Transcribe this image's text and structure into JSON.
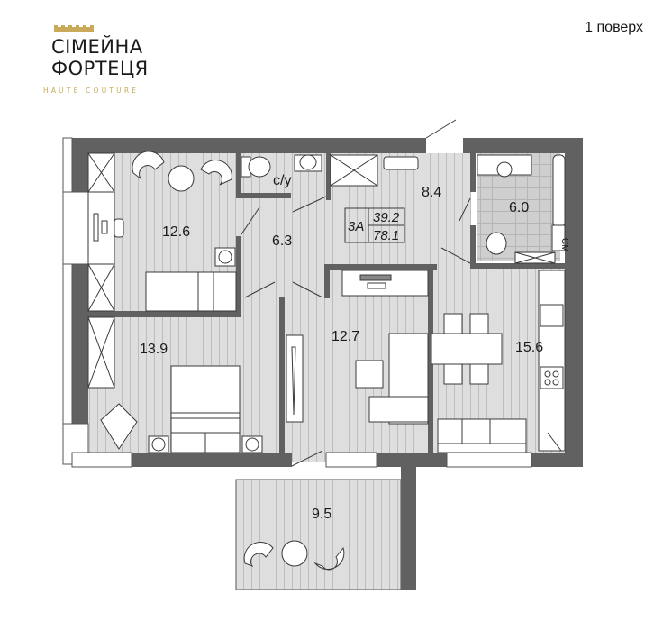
{
  "brand": {
    "name_line1": "СІМЕЙНА",
    "name_line2": "ФОРТЕЦЯ",
    "tagline": "HAUTE COUTURE",
    "accent_color": "#c9a95a"
  },
  "floor": {
    "label": "1 поверх"
  },
  "apartment": {
    "type": "3А",
    "living_area": "39.2",
    "total_area": "78.1"
  },
  "rooms": [
    {
      "id": "study-bedroom",
      "area": "12.6"
    },
    {
      "id": "hallway",
      "area": "6.3"
    },
    {
      "id": "wc",
      "label": "с/у"
    },
    {
      "id": "entrance-hall",
      "area": "8.4"
    },
    {
      "id": "bathroom",
      "area": "6.0"
    },
    {
      "id": "bedroom",
      "area": "13.9"
    },
    {
      "id": "living-room",
      "area": "12.7"
    },
    {
      "id": "kitchen-dining",
      "area": "15.6"
    },
    {
      "id": "balcony",
      "area": "9.5"
    }
  ],
  "fixtures": {
    "washing_machine_label": "СМ"
  },
  "colors": {
    "wall": "#616161",
    "floor": "#dcdcdc",
    "tile": "#c8c8c8",
    "furniture": "#ffffff",
    "outline": "#3a3a3a"
  }
}
